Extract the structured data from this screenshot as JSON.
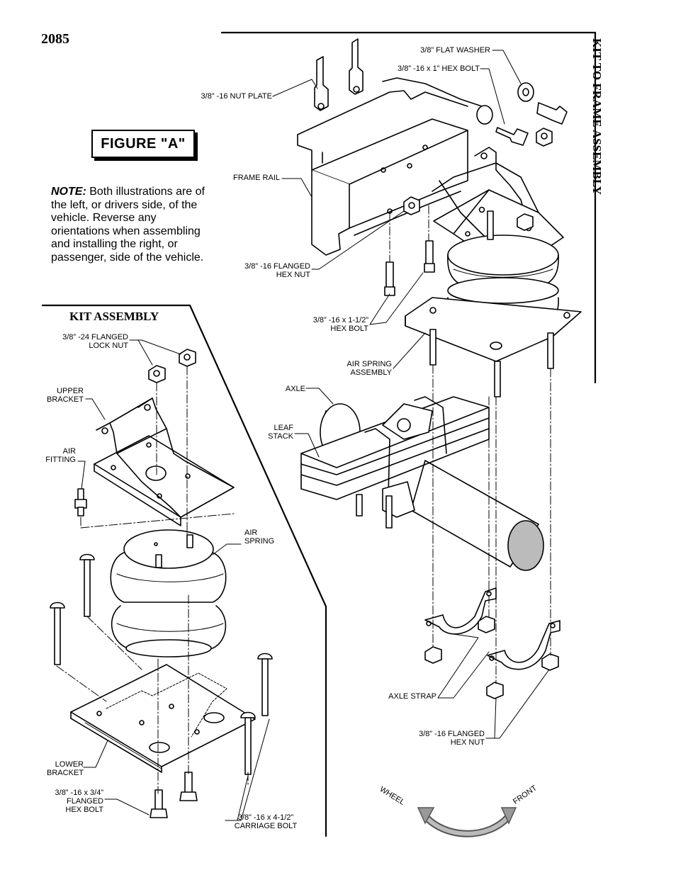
{
  "page_number": "2085",
  "figure_label": "FIGURE \"A\"",
  "note": {
    "prefix": "NOTE:",
    "text": " Both illustrations are of the left, or drivers side, of the vehicle.  Reverse any orientations when assembling and installing the right, or passenger, side of the vehicle."
  },
  "kit_assembly": {
    "title": "KIT ASSEMBLY",
    "labels": {
      "lock_nut": "3/8” -24 FLANGED\nLOCK NUT",
      "upper_bracket": "UPPER\nBRACKET",
      "air_fitting": "AIR\nFITTING",
      "air_spring": "AIR\nSPRING",
      "lower_bracket": "LOWER\nBRACKET",
      "flanged_hex_bolt": "3/8” -16 x 3/4”\nFLANGED\nHEX BOLT",
      "carriage_bolt": "3/8” -16 x 4-1/2”\nCARRIAGE BOLT"
    }
  },
  "kit_to_frame": {
    "title": "KIT TO FRAME ASSEMBLY",
    "labels": {
      "flat_washer": "3/8” FLAT WASHER",
      "hex_bolt_1": "3/8” -16 x 1” HEX BOLT",
      "nut_plate": "3/8” -16 NUT PLATE",
      "frame_rail": "FRAME RAIL",
      "flanged_hex_nut_top": "3/8” -16 FLANGED\nHEX NUT",
      "hex_bolt_1_5": "3/8” -16 x 1-1/2”\nHEX BOLT",
      "air_spring_assembly": "AIR SPRING\nASSEMBLY",
      "axle": "AXLE",
      "leaf_stack": "LEAF\nSTACK",
      "axle_strap": "AXLE STRAP",
      "flanged_hex_nut_bottom": "3/8” -16 FLANGED\nHEX NUT"
    },
    "compass": {
      "left": "WHEEL",
      "right": "FRONT"
    }
  }
}
